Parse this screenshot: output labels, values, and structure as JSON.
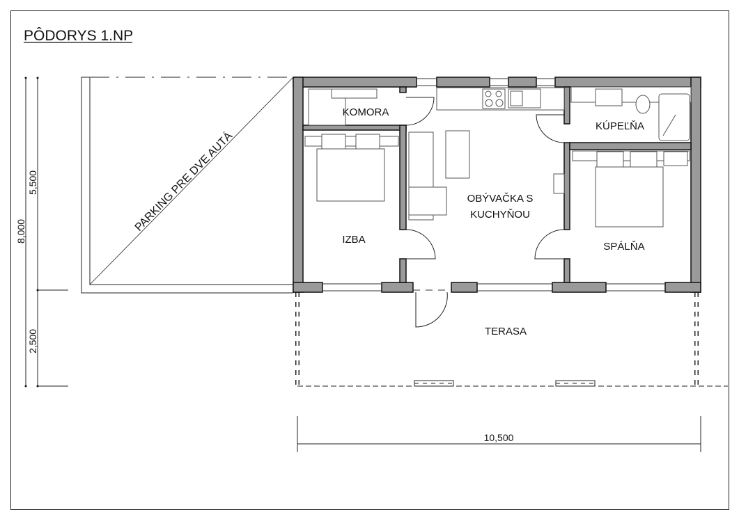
{
  "title": "PÔDORYS 1.NP",
  "rooms": {
    "komora": "KOMORA",
    "kupelna": "KÚPEĽŇA",
    "living_line1": "OBÝVAČKA S",
    "living_line2": "KUCHYŇOU",
    "izba": "IZBA",
    "spalna": "SPÁLŇA",
    "terasa": "TERASA"
  },
  "parking_label": "PARKING PRE DVE AUTÁ",
  "dimensions": {
    "total_depth": "8,000",
    "house_depth": "5,500",
    "terrace_depth": "2,500",
    "total_width": "10,500"
  },
  "colors": {
    "wall_fill": "#9a9a9a",
    "line": "#111111"
  }
}
